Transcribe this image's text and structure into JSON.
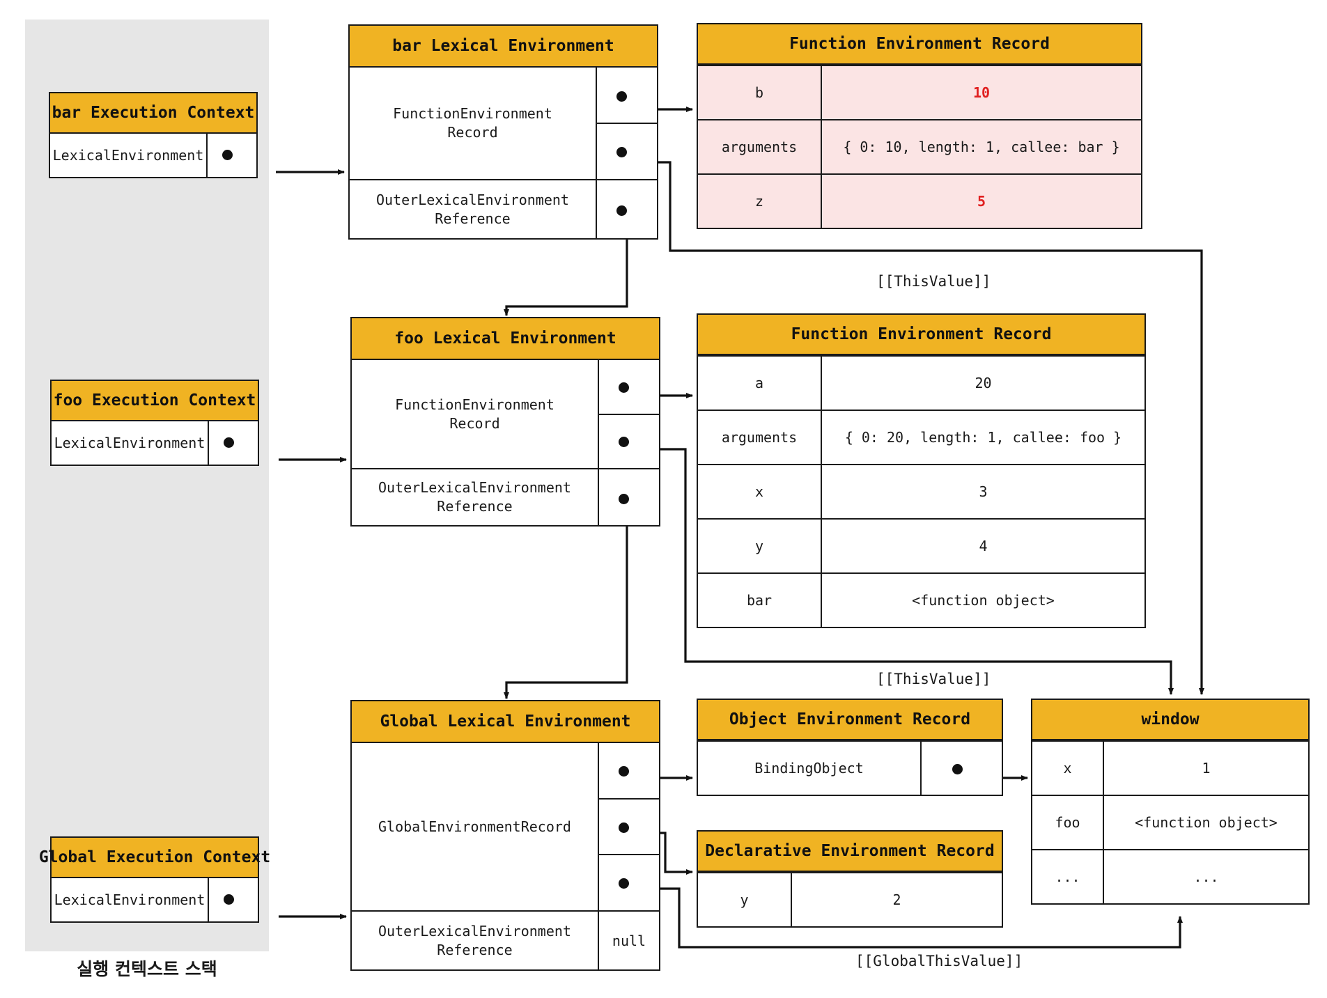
{
  "stack": {
    "caption": "실행 컨텍스트 스택",
    "contexts": [
      {
        "title": "bar Execution Context",
        "field": "LexicalEnvironment"
      },
      {
        "title": "foo Execution Context",
        "field": "LexicalEnvironment"
      },
      {
        "title": "Global Execution Context",
        "field": "LexicalEnvironment"
      }
    ]
  },
  "lexical_environments": [
    {
      "title": "bar Lexical Environment",
      "record_label": "FunctionEnvironment\nRecord",
      "outer_label": "OuterLexicalEnvironment\nReference",
      "outer_value": ""
    },
    {
      "title": "foo Lexical Environment",
      "record_label": "FunctionEnvironment\nRecord",
      "outer_label": "OuterLexicalEnvironment\nReference",
      "outer_value": ""
    },
    {
      "title": "Global Lexical Environment",
      "record_label": "GlobalEnvironmentRecord",
      "outer_label": "OuterLexicalEnvironment\nReference",
      "outer_value": "null"
    }
  ],
  "records": {
    "bar_fer": {
      "title": "Function Environment Record",
      "rows": [
        {
          "key": "b",
          "value": "10",
          "highlight": true
        },
        {
          "key": "arguments",
          "value": "{ 0: 10, length: 1, callee: bar }",
          "highlight": false
        },
        {
          "key": "z",
          "value": "5",
          "highlight": true
        }
      ]
    },
    "foo_fer": {
      "title": "Function Environment Record",
      "rows": [
        {
          "key": "a",
          "value": "20",
          "highlight": false
        },
        {
          "key": "arguments",
          "value": "{ 0: 20, length: 1, callee: foo }",
          "highlight": false
        },
        {
          "key": "x",
          "value": "3",
          "highlight": false
        },
        {
          "key": "y",
          "value": "4",
          "highlight": false
        },
        {
          "key": "bar",
          "value": "<function object>",
          "highlight": false
        }
      ]
    },
    "object_env": {
      "title": "Object Environment Record",
      "rows": [
        {
          "key": "BindingObject",
          "value": "",
          "highlight": false
        }
      ]
    },
    "declarative_env": {
      "title": "Declarative Environment Record",
      "rows": [
        {
          "key": "y",
          "value": "2",
          "highlight": false
        }
      ]
    },
    "window": {
      "title": "window",
      "rows": [
        {
          "key": "x",
          "value": "1",
          "highlight": false
        },
        {
          "key": "foo",
          "value": "<function object>",
          "highlight": false
        },
        {
          "key": "...",
          "value": "...",
          "highlight": false
        }
      ]
    }
  },
  "edge_labels": {
    "this_value_bar": "[[ThisValue]]",
    "this_value_foo": "[[ThisValue]]",
    "global_this_value": "[[GlobalThisValue]]"
  },
  "colors": {
    "header": "#F0B323",
    "stack_bg": "#E6E6E6",
    "highlight": "#E02020",
    "record_pink": "#FBE4E4",
    "stroke": "#1A1A1A"
  }
}
